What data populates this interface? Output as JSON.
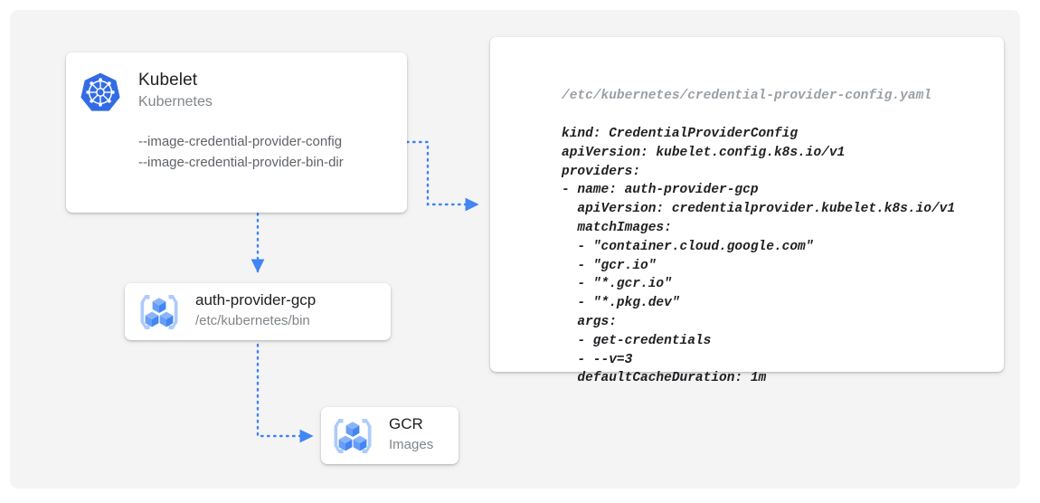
{
  "diagram": {
    "title": "Kubelet image credential provider flow",
    "background_color": "#f4f4f4",
    "accent_color": "#4285f4",
    "nodes": {
      "kubelet": {
        "icon": "kubernetes-logo-icon",
        "title": "Kubelet",
        "subtitle": "Kubernetes",
        "flags": [
          "--image-credential-provider-config",
          "--image-credential-provider-bin-dir"
        ]
      },
      "auth_provider": {
        "icon": "container-registry-icon",
        "title": "auth-provider-gcp",
        "subtitle": "/etc/kubernetes/bin"
      },
      "gcr": {
        "icon": "container-registry-icon",
        "title": "GCR",
        "subtitle": "Images"
      }
    },
    "config_file": {
      "path": "/etc/kubernetes/credential-provider-config.yaml",
      "lines": [
        "kind: CredentialProviderConfig",
        "apiVersion: kubelet.config.k8s.io/v1",
        "providers:",
        "- name: auth-provider-gcp",
        "  apiVersion: credentialprovider.kubelet.k8s.io/v1",
        "  matchImages:",
        "  - \"container.cloud.google.com\"",
        "  - \"gcr.io\"",
        "  - \"*.gcr.io\"",
        "  - \"*.pkg.dev\"",
        "  args:",
        "  - get-credentials",
        "  - --v=3",
        "  defaultCacheDuration: 1m"
      ]
    },
    "connectors": [
      {
        "name": "kubelet-to-config",
        "from": "kubelet",
        "to": "config-file",
        "style": "dotted-arrow"
      },
      {
        "name": "kubelet-to-auth-provider",
        "from": "kubelet",
        "to": "auth_provider",
        "style": "dotted-arrow"
      },
      {
        "name": "auth-provider-to-gcr",
        "from": "auth_provider",
        "to": "gcr",
        "style": "dotted-arrow"
      }
    ]
  }
}
